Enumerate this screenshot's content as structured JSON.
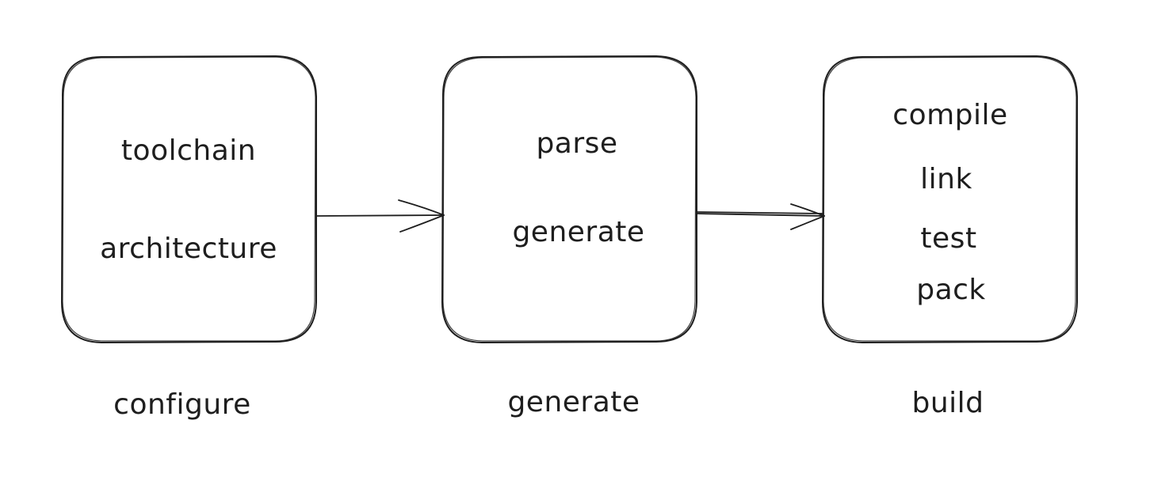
{
  "stages": [
    {
      "label": "configure",
      "items": [
        "toolchain",
        "architecture"
      ]
    },
    {
      "label": "generate",
      "items": [
        "parse",
        "generate"
      ]
    },
    {
      "label": "build",
      "items": [
        "compile",
        "link",
        "test",
        "pack"
      ]
    }
  ],
  "colors": {
    "stroke": "#1e1e1e",
    "background": "#ffffff",
    "text": "#1e1e1e"
  }
}
